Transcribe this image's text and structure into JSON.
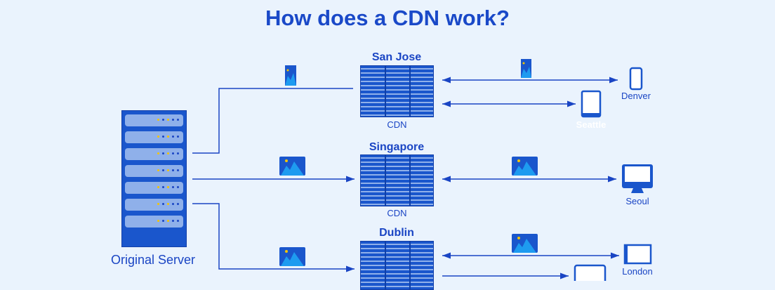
{
  "title": "How does a CDN work?",
  "origin": {
    "label": "Original Server"
  },
  "cdn_nodes": [
    {
      "city": "San Jose",
      "label": "CDN"
    },
    {
      "city": "Singapore",
      "label": "CDN"
    },
    {
      "city": "Dublin",
      "label": ""
    }
  ],
  "clients": [
    {
      "city": "Denver",
      "device": "phone"
    },
    {
      "city": "Seattle",
      "device": "tablet"
    },
    {
      "city": "Seoul",
      "device": "desktop"
    },
    {
      "city": "London",
      "device": "laptop"
    }
  ],
  "colors": {
    "primary": "#1a56cc",
    "text": "#1a45c4",
    "accent": "#f5c400",
    "background": "#eaf3fd"
  }
}
